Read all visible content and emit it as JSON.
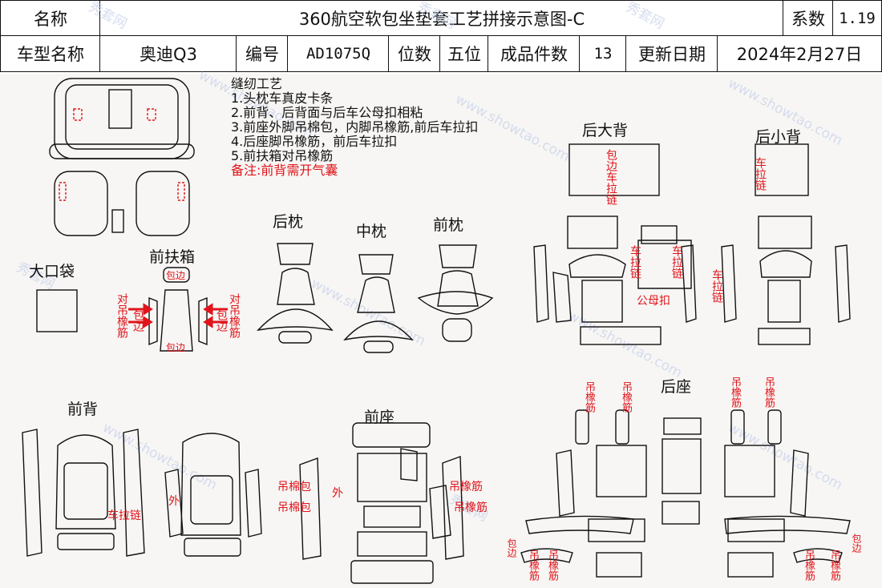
{
  "header": {
    "name_label": "名称",
    "title": "360航空软包坐垫套工艺拼接示意图-C",
    "coef_label": "系数",
    "coef_value": "1.19",
    "model_label": "车型名称",
    "model_value": "奥迪Q3",
    "code_label": "编号",
    "code_value": "AD1075Q",
    "seats_label": "位数",
    "seats_value": "五位",
    "pieces_label": "成品件数",
    "pieces_value": "13",
    "date_label": "更新日期",
    "date_value": "2024年2月27日"
  },
  "notes": {
    "title": "缝纫工艺",
    "items": [
      "1.头枕车真皮卡条",
      "2.前背、后背面与后车公母扣相粘",
      "3.前座外脚吊棉包，内脚吊橡筋,前后车拉扣",
      "4.后座脚吊橡筋，前后车拉扣",
      "5.前扶箱对吊橡筋"
    ],
    "remark": "备注:前背需开气囊"
  },
  "sections": {
    "rear_big_back": "后大背",
    "rear_small_back": "后小背",
    "rear_headrest": "后枕",
    "mid_headrest": "中枕",
    "front_headrest": "前枕",
    "big_pocket": "大口袋",
    "front_armrest": "前扶箱",
    "front_back": "前背",
    "front_seat": "前座",
    "rear_seat": "后座"
  },
  "annotations": {
    "edge": "包边",
    "edge_car_zip": "包边车拉链",
    "car_zip": "车拉链",
    "pair_elastic": "对吊橡筋",
    "elastic": "吊橡筋",
    "cotton": "吊棉包",
    "outer": "外",
    "snap": "公母扣"
  },
  "watermark": {
    "cn": "秀套网",
    "url": "www.showtao.com"
  },
  "colors": {
    "annotation_red": "#e0141a",
    "line": "#111111",
    "watermark": "#c9d3ea"
  }
}
